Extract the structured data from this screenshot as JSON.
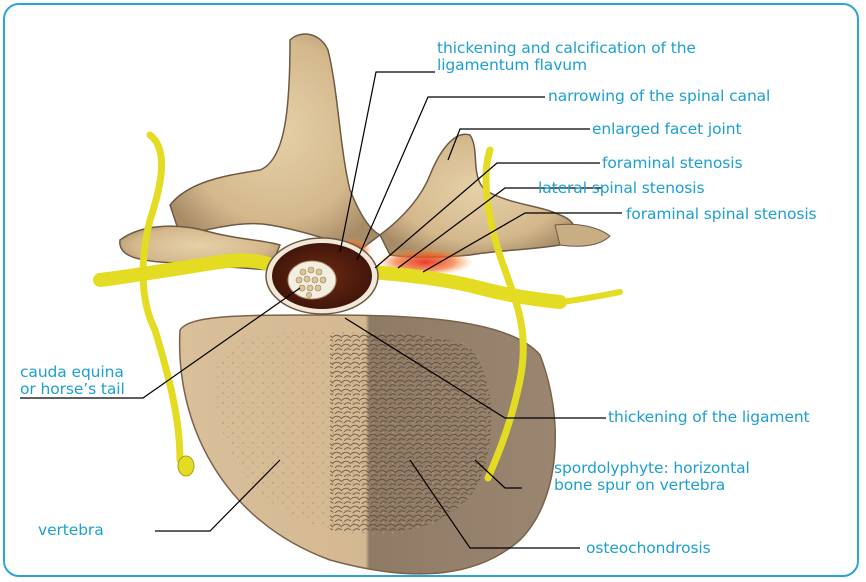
{
  "colors": {
    "frame": "#29a4d6",
    "label_text": "#1d9fd3",
    "leader_line": "#000000",
    "bone_light": "#dcc29a",
    "bone_dark": "#8a7560",
    "nerve": "#e3dc22",
    "inflammation": "#e8401c"
  },
  "labels": {
    "calcification": {
      "line1": "thickening and calcification of the",
      "line2": "ligamentum flavum"
    },
    "narrowing": "narrowing of the spinal canal",
    "facet": "enlarged facet joint",
    "foraminal": "foraminal stenosis",
    "lateral": "lateral spinal stenosis",
    "foraminal_spinal": "foraminal spinal stenosis",
    "cauda": {
      "line1": "cauda equina",
      "line2": "or horse’s tail"
    },
    "ligament": "thickening of the ligament",
    "spondylophyte": {
      "line1": "spordolyphyte: horizontal",
      "line2": "bone spur on vertebra"
    },
    "vertebra": "vertebra",
    "osteochondrosis": "osteochondrosis"
  }
}
